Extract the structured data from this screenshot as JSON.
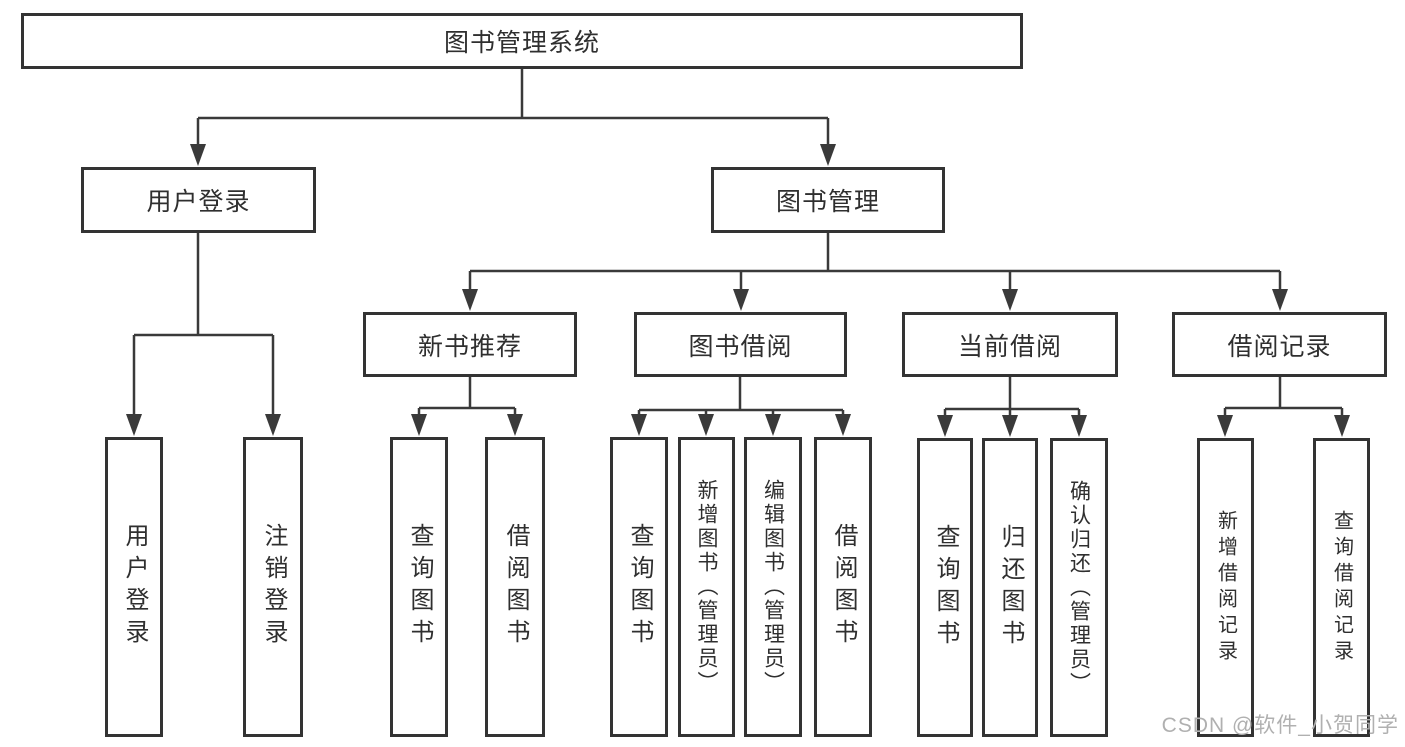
{
  "tree": {
    "root": {
      "label": "图书管理系统"
    },
    "branches": [
      {
        "label": "用户登录",
        "children": [
          {
            "label": "用户登录"
          },
          {
            "label": "注销登录"
          }
        ]
      },
      {
        "label": "图书管理",
        "children": [
          {
            "label": "新书推荐",
            "children": [
              {
                "label": "查询图书"
              },
              {
                "label": "借阅图书"
              }
            ]
          },
          {
            "label": "图书借阅",
            "children": [
              {
                "label": "查询图书"
              },
              {
                "label": "新增图书（管理员）"
              },
              {
                "label": "编辑图书（管理员）"
              },
              {
                "label": "借阅图书"
              }
            ]
          },
          {
            "label": "当前借阅",
            "children": [
              {
                "label": "查询图书"
              },
              {
                "label": "归还图书"
              },
              {
                "label": "确认归还（管理员）"
              }
            ]
          },
          {
            "label": "借阅记录",
            "children": [
              {
                "label": "新增借阅记录"
              },
              {
                "label": "查询借阅记录"
              }
            ]
          }
        ]
      }
    ]
  },
  "watermark": {
    "text": "CSDN @软件_小贺同学"
  },
  "colors": {
    "line": "#3a3a3a",
    "box_border": "#333333",
    "text": "#2f2f2f",
    "background": "#ffffff",
    "watermark": "#b0b0b0"
  }
}
